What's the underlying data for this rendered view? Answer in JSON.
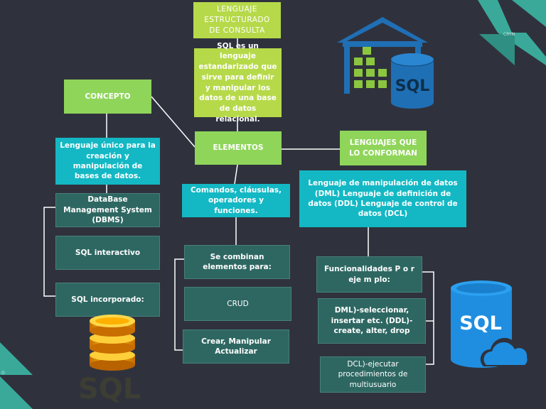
{
  "colors": {
    "background": "#2f323d",
    "lime": "#b6d94a",
    "green": "#8fd55a",
    "cyan": "#13b8c4",
    "teal": "#2e6762",
    "connector": "#ffffff",
    "corner_accent": "#3aa99a"
  },
  "title": "LENGUAJE ESTRUCTURADO DE CONSULTA",
  "definition": "SQL es un lenguaje estandarizado que sirve para definir y manipular los datos de una base de datos relacional.",
  "concepto": {
    "heading": "CONCEPTO",
    "description": "Lenguaje único para la creación y manipulación de bases de datos.",
    "items": [
      "DataBase Management System (DBMS)",
      "SQL interactivo",
      "SQL incorporado:"
    ]
  },
  "elementos": {
    "heading": "ELEMENTOS",
    "description": "Comandos, cláusulas, operadores y funciones.",
    "combine_heading": "Se combinan elementos para:",
    "items": [
      "CRUD",
      "Crear, Manipular Actualizar"
    ]
  },
  "lenguajes": {
    "heading": "LENGUAJES QUE LO CONFORMAN",
    "description": "Lenguaje de manipulación de datos (DML) Lenguaje de definición de datos (DDL) Lenguaje de control de datos (DCL)",
    "func_heading": "Funcionalidades P o r eje m plo:",
    "items": [
      "DML)-seleccionar, insertar etc. (DDL)-create, alter, drop",
      "DCL)-ejecutar procedimientos de multiusuario"
    ]
  },
  "icons": {
    "warehouse_label": "SQL",
    "cloud_db_label": "SQL",
    "stack_label": "SQL",
    "names": [
      "warehouse-database-icon",
      "cloud-database-icon",
      "database-stack-icon"
    ]
  },
  "corner_marks": [
    "CRYN",
    "O"
  ]
}
